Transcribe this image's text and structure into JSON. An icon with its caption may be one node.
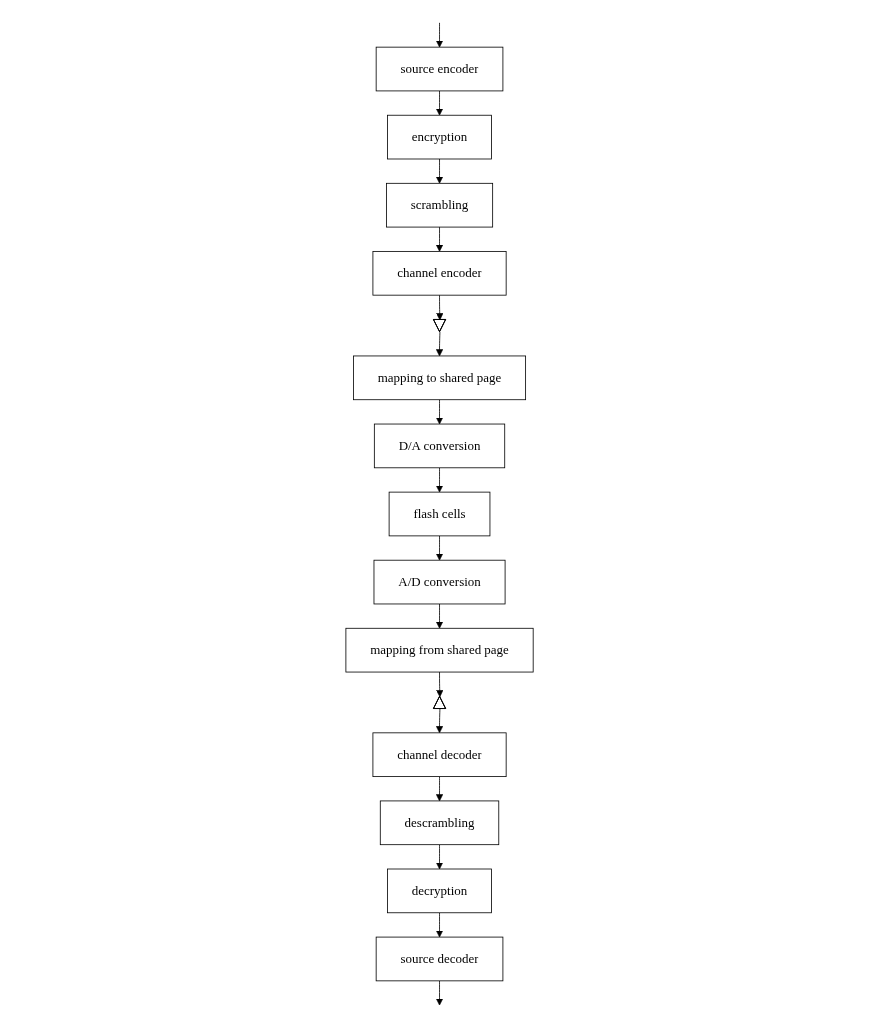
{
  "diagram": {
    "nodes": [
      {
        "text": [
          "source encoder"
        ]
      },
      {
        "text": [
          "encryption"
        ]
      },
      {
        "text": [
          "scrambling"
        ]
      },
      {
        "text": [
          "channel encoder"
        ]
      },
      {
        "text": [],
        "shape": "triangle"
      },
      {
        "text": [
          "mapping to shared page"
        ]
      },
      {
        "text": [
          "D/A conversion"
        ]
      },
      {
        "text": [
          "flash cells"
        ]
      },
      {
        "text": [
          "A/D conversion"
        ]
      },
      {
        "text": [
          "mapping from shared page"
        ]
      },
      {
        "text": [],
        "shape": "triangle"
      },
      {
        "text": [
          "channel decoder"
        ]
      },
      {
        "text": [
          "descrambling"
        ]
      },
      {
        "text": [
          "decryption"
        ]
      },
      {
        "text": [
          "source decoder"
        ]
      }
    ],
    "edges": [
      {
        "from": null,
        "to": 0,
        "arrow": "to"
      },
      {
        "from": 0,
        "to": 1,
        "arrow": "to"
      },
      {
        "from": 1,
        "to": 2,
        "arrow": "to"
      },
      {
        "from": 2,
        "to": 3,
        "arrow": "to"
      },
      {
        "from": 3,
        "to": 4,
        "arrow": "to"
      },
      {
        "from": 4,
        "to": 5,
        "arrow": "to"
      },
      {
        "from": 5,
        "to": 6,
        "arrow": "to"
      },
      {
        "from": 6,
        "to": 7,
        "arrow": "to"
      },
      {
        "from": 7,
        "to": 8,
        "arrow": "to"
      },
      {
        "from": 8,
        "to": 9,
        "arrow": "to"
      },
      {
        "from": 9,
        "to": 10,
        "arrow": "to"
      },
      {
        "from": 10,
        "to": 11,
        "arrow": "to"
      },
      {
        "from": 11,
        "to": 12,
        "arrow": "to"
      },
      {
        "from": 12,
        "to": 13,
        "arrow": "to"
      },
      {
        "from": 13,
        "to": 14,
        "arrow": "to"
      },
      {
        "from": 14,
        "to": null,
        "arrow": "to"
      }
    ]
  }
}
